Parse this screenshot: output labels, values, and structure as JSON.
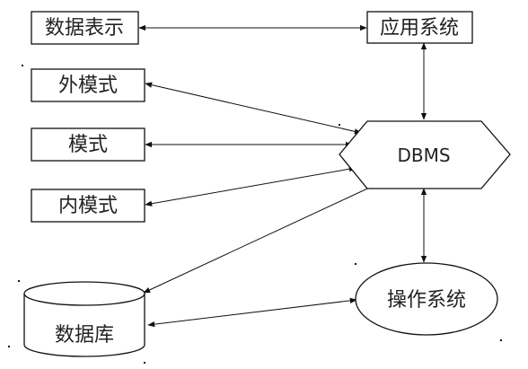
{
  "nodes": {
    "data_representation": "数据表示",
    "application_system": "应用系统",
    "external_schema": "外模式",
    "schema": "模式",
    "internal_schema": "内模式",
    "dbms": "DBMS",
    "database": "数据库",
    "operating_system": "操作系统"
  }
}
